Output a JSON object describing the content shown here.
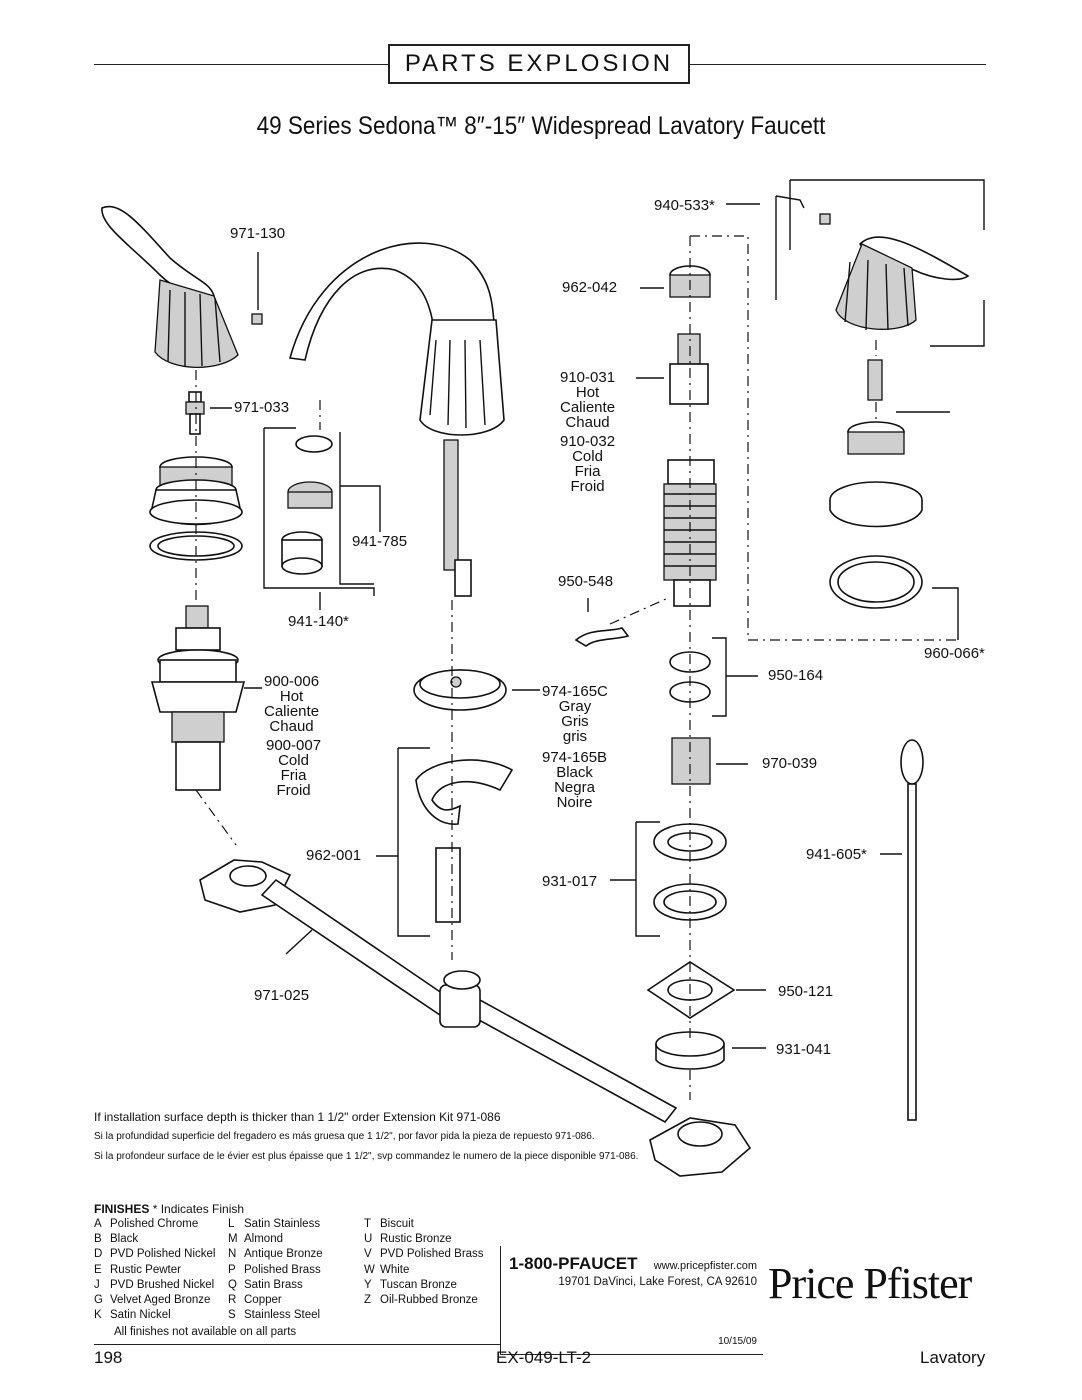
{
  "header": {
    "section": "PARTS EXPLOSION"
  },
  "title": "49 Series Sedona™  8″-15″ Widespread Lavatory Faucett",
  "parts": {
    "p971_130": "971-130",
    "p971_033": "971-033",
    "p941_785": "941-785",
    "p941_140": "941-140*",
    "p900_006": [
      "900-006",
      "Hot",
      "Caliente",
      "Chaud"
    ],
    "p900_007": [
      "900-007",
      "Cold",
      "Fria",
      "Froid"
    ],
    "p962_001": "962-001",
    "p971_025": "971-025",
    "p974_165C": [
      "974-165C",
      "Gray",
      "Gris",
      "gris"
    ],
    "p974_165B": [
      "974-165B",
      "Black",
      "Negra",
      "Noire"
    ],
    "p940_533": "940-533*",
    "p962_042": "962-042",
    "p910_031": [
      "910-031",
      "Hot",
      "Caliente",
      "Chaud"
    ],
    "p910_032": [
      "910-032",
      "Cold",
      "Fria",
      "Froid"
    ],
    "p950_548": "950-548",
    "p950_164": "950-164",
    "p970_039": "970-039",
    "p931_017": "931-017",
    "p950_121": "950-121",
    "p931_041": "931-041",
    "p960_066": "960-066*",
    "p941_605": "941-605*"
  },
  "notes": {
    "en": "If installation surface depth is thicker than 1 1/2\" order Extension Kit 971-086",
    "es": "Si la profundidad superficie del fregadero es más gruesa que 1 1/2\", por favor pida la pieza de repuesto 971-086.",
    "fr": "Si la profondeur surface de le évier est plus épaisse que 1 1/2\", svp commandez le numero de la piece disponible 971-086."
  },
  "finishes": {
    "heading": "FINISHES",
    "heading_note": "* Indicates Finish",
    "col1": [
      [
        "A",
        "Polished Chrome"
      ],
      [
        "B",
        "Black"
      ],
      [
        "D",
        "PVD Polished Nickel"
      ],
      [
        "E",
        "Rustic Pewter"
      ],
      [
        "J",
        "PVD Brushed Nickel"
      ],
      [
        "G",
        "Velvet Aged Bronze"
      ],
      [
        "K",
        "Satin Nickel"
      ]
    ],
    "col2": [
      [
        "L",
        "Satin Stainless"
      ],
      [
        "M",
        "Almond"
      ],
      [
        "N",
        "Antique Bronze"
      ],
      [
        "P",
        "Polished Brass"
      ],
      [
        "Q",
        "Satin Brass"
      ],
      [
        "R",
        "Copper"
      ],
      [
        "S",
        "Stainless Steel"
      ]
    ],
    "col3": [
      [
        "T",
        "Biscuit"
      ],
      [
        "U",
        "Rustic Bronze"
      ],
      [
        "V",
        "PVD Polished Brass"
      ],
      [
        "W",
        "White"
      ],
      [
        "Y",
        "Tuscan Bronze"
      ],
      [
        "Z",
        "Oil-Rubbed Bronze"
      ]
    ],
    "footnote": "All finishes not available on all parts"
  },
  "contact": {
    "phone": "1-800-PFAUCET",
    "website": "www.pricepfister.com",
    "address": "19701 DaVinci, Lake Forest, CA  92610",
    "date": "10/15/09"
  },
  "brand": "Price Pfister",
  "footer": {
    "page": "198",
    "code": "EX-049-LT-2",
    "category": "Lavatory"
  }
}
